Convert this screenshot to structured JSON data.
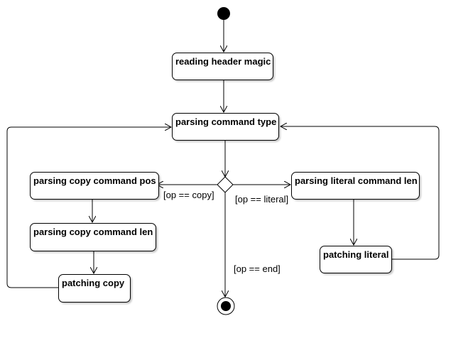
{
  "states": {
    "reading_header_magic": "reading header magic",
    "parsing_command_type": "parsing command type",
    "parsing_copy_command_pos": "parsing copy command pos",
    "parsing_copy_command_len": "parsing copy command len",
    "patching_copy": "patching copy",
    "parsing_literal_command_len": "parsing literal command len",
    "patching_literal": "patching literal"
  },
  "guards": {
    "copy": "[op == copy]",
    "literal": "[op == literal]",
    "end": "[op == end]"
  }
}
